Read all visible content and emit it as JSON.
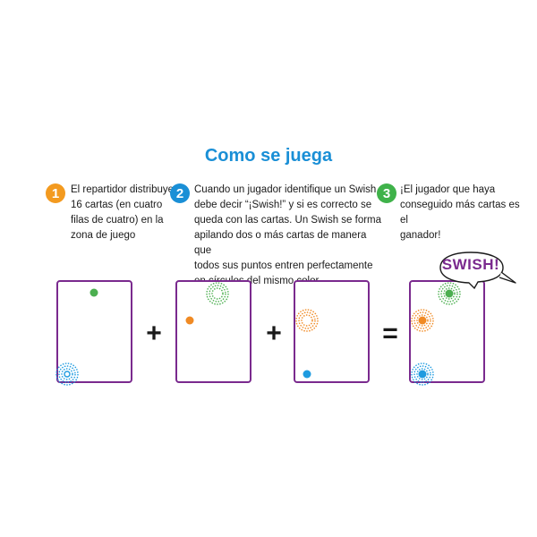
{
  "title": "Como se juega",
  "steps": [
    {
      "number": "1",
      "color": "#f39a1f",
      "lines": [
        "El repartidor distribuye",
        "16 cartas (en cuatro",
        "filas de cuatro) en la",
        "zona de juego"
      ]
    },
    {
      "number": "2",
      "color": "#1a8fd6",
      "lines": [
        "Cuando un jugador identifique un Swish",
        "debe decir “¡Swish!” y si es correcto se",
        "queda con las cartas. Un Swish se forma",
        "apilando dos o más cartas de manera que",
        "todos sus puntos entren perfectamente",
        "en círculos del mismo color."
      ]
    },
    {
      "number": "3",
      "color": "#3fb24a",
      "lines": [
        "¡El jugador que haya",
        "conseguido más cartas es el",
        "ganador!"
      ]
    }
  ],
  "operators": {
    "plus1": "+",
    "plus2": "+",
    "equals": "="
  },
  "bubble": {
    "text": "SWISH!"
  },
  "colors": {
    "green": "#4caf50",
    "orange": "#f08a24",
    "blue": "#1e9be0",
    "card_border": "#7a2a8e"
  }
}
